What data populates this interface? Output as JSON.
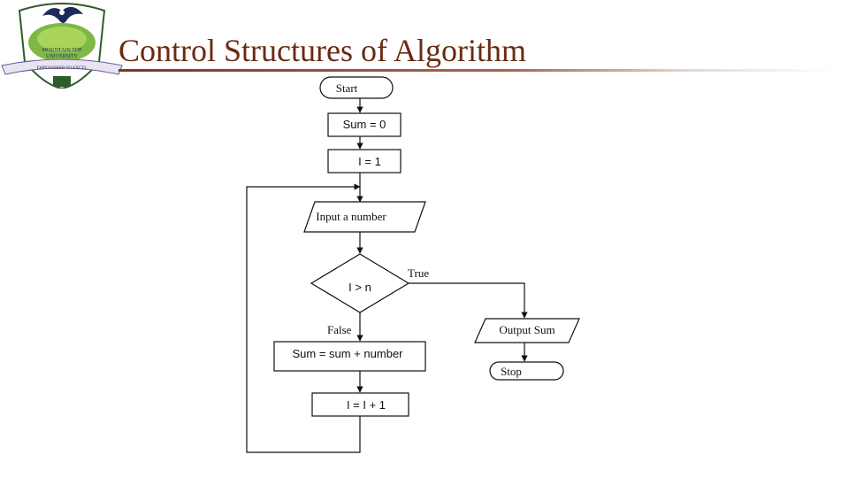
{
  "slide": {
    "title": "Control Structures of Algorithm",
    "logo": {
      "top_text": "MOUNTAIN TOP",
      "middle_text": "UNIVERSITY",
      "motto": "EMPOWERED TO EXCEL"
    }
  },
  "flowchart": {
    "start": "Start",
    "sum_init": "Sum = 0",
    "i_init": "I = 1",
    "input": "Input a number",
    "decision": "I > n",
    "true_label": "True",
    "false_label": "False",
    "accumulate": "Sum = sum + number",
    "increment": "I = I + 1",
    "output": "Output Sum",
    "stop": "Stop"
  }
}
